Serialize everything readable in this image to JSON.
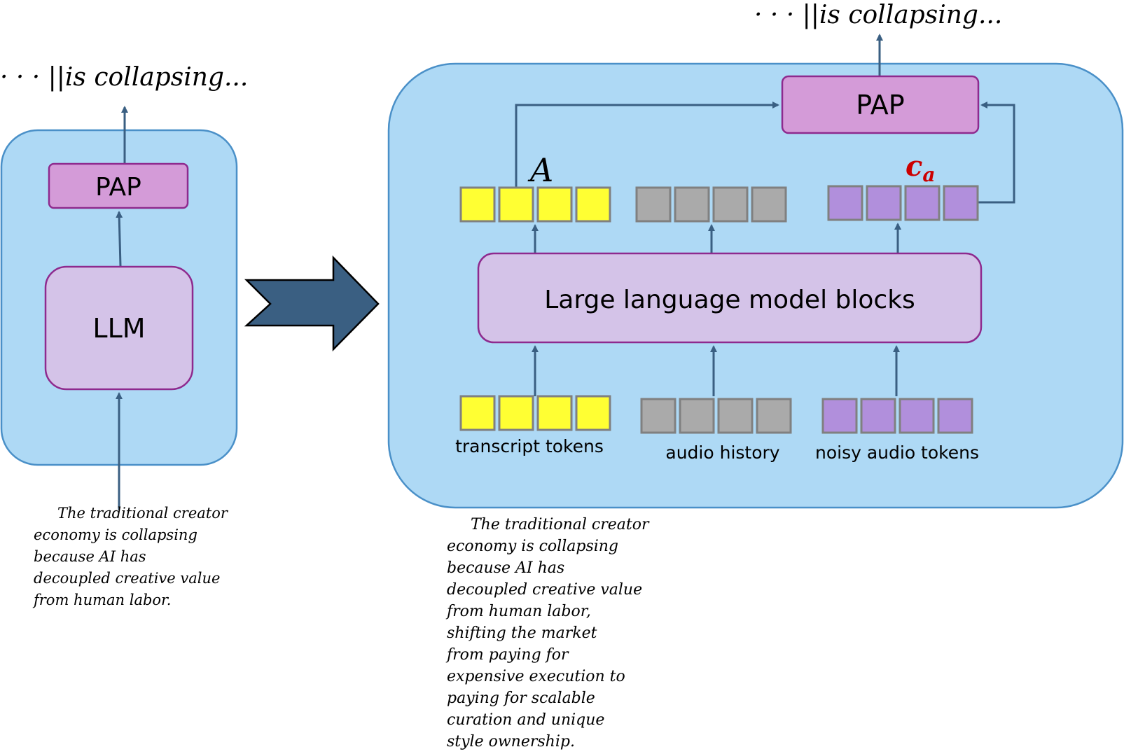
{
  "left_panel": {
    "output_text": "· · · ||is collapsing...",
    "pap_label": "PAP",
    "llm_label": "LLM",
    "caption_lines": [
      "The traditional creator",
      "economy is collapsing",
      "because AI has",
      "decoupled creative value",
      "from human labor."
    ]
  },
  "right_panel": {
    "output_text": "· · · ||is collapsing...",
    "pap_label": "PAP",
    "llm_blocks_label": "Large language model blocks",
    "symbol_a": "A",
    "symbol_ca_main": "c",
    "symbol_ca_sub": "a",
    "token_groups": [
      {
        "name": "transcript tokens",
        "color": "#ffff33"
      },
      {
        "name": "audio history",
        "color": "#aaaaaa"
      },
      {
        "name": "noisy audio tokens",
        "color": "#b18fdc"
      }
    ],
    "caption_lines": [
      "The traditional creator",
      "economy is collapsing",
      "because AI has",
      "decoupled creative value",
      "from human labor,",
      "shifting the market",
      "from paying for",
      "expensive execution to",
      "paying for scalable",
      "curation and unique",
      "style ownership."
    ]
  },
  "colors": {
    "panel_fill": "#aed9f5",
    "panel_stroke": "#4a90c8",
    "pap_fill": "#d49bd8",
    "block_fill": "#d4c3e8",
    "block_stroke": "#8e2a8e",
    "arrow_color": "#3a5f82",
    "big_arrow_fill": "#3a5f82",
    "ca_color": "#cc0000"
  }
}
